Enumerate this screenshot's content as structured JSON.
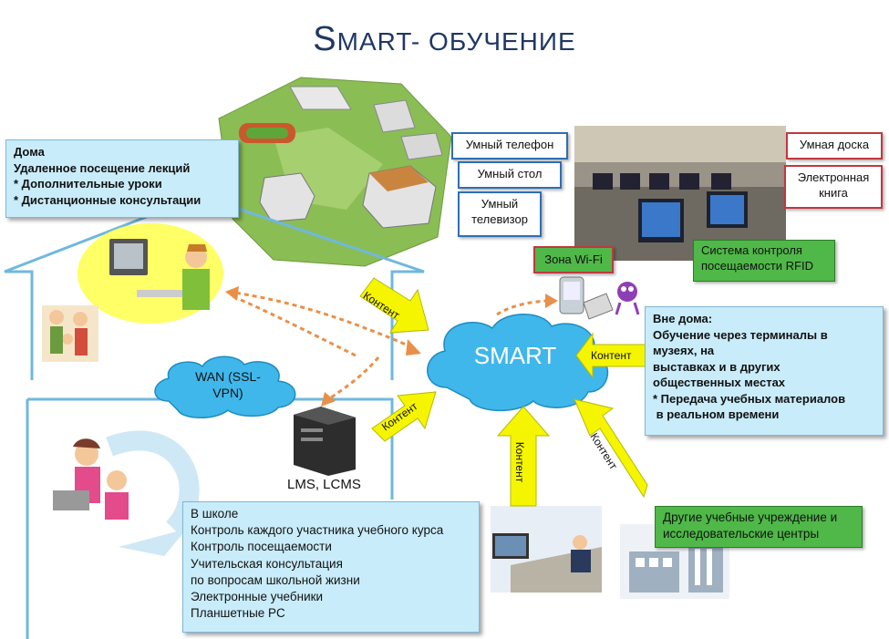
{
  "title": {
    "prefix": "S",
    "rest": "MART- ОБУЧЕНИЕ"
  },
  "home_box": {
    "lines": [
      "Дома",
      "Удаленное посещение лекций",
      "* Дополнительные уроки",
      "* Дистанционные консультации"
    ]
  },
  "devices": {
    "phone": "Умный телефон",
    "table": "Умный стол",
    "tv_line1": "Умный",
    "tv_line2": "телевизор"
  },
  "class_devices": {
    "board": "Умная доска",
    "ebook_line1": "Электронная",
    "ebook_line2": "книга"
  },
  "wifi": "Зона Wi-Fi",
  "rfid": {
    "line1": "Система контроля",
    "line2": "посещаемости RFID"
  },
  "smart_cloud": "SMART",
  "wan_cloud": {
    "line1": "WAN (SSL-",
    "line2": "VPN)"
  },
  "lms": "LMS, LCMS",
  "outside_box": {
    "lines": [
      "Вне дома:",
      "Обучение через терминалы в",
      "музеях, на",
      "выставках и в других",
      "общественных местах",
      "* Передача учебных материалов",
      " в реальном времени"
    ]
  },
  "school_box": {
    "lines": [
      "В школе",
      "Контроль каждого участника учебного курса",
      "Контроль посещаемости",
      "Учительская консультация",
      "по вопросам школьной жизни",
      "Электронные учебники",
      "Планшетные PC"
    ]
  },
  "other_box": {
    "line1": "Другие учебные учреждение и",
    "line2": "исследовательские центры"
  },
  "arrows": {
    "a1": "Контент",
    "a2": "Контент",
    "a3": "Контент",
    "a4": "Контент",
    "a5": "Контент"
  },
  "colors": {
    "title": "#1f3864",
    "cloud": "#3fb7ea",
    "arrow": "#f5f500",
    "house": "#6fb8de",
    "green": "#4fb848"
  }
}
